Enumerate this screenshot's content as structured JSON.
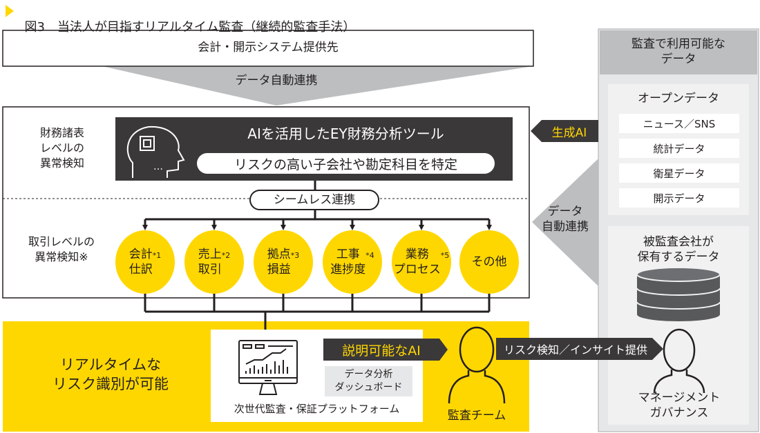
{
  "title": {
    "figure_no": "図3",
    "text": "当法人が目指すリアルタイム監査（継続的監査手法）"
  },
  "top_box": {
    "label": "会計・開示システム提供先"
  },
  "top_flow": {
    "label": "データ自動連携"
  },
  "main": {
    "fs_level_label": "財務諸表\nレベルの\n異常検知",
    "txn_level_label": "取引レベルの\n異常検知※",
    "tool_title": "AIを活用したEY財務分析ツール",
    "tool_subtitle": "リスクの高い子会社や勘定科目を特定",
    "seamless": "シームレス連携",
    "circles": [
      {
        "label": "会計\n仕訳",
        "note": "*1"
      },
      {
        "label": "売上\n取引",
        "note": "*2"
      },
      {
        "label": "拠点\n損益",
        "note": "*3"
      },
      {
        "label": "工事\n進捗度",
        "note": "*4"
      },
      {
        "label": "業務\nプロセス",
        "note": "*5"
      },
      {
        "label": "その他",
        "note": ""
      }
    ]
  },
  "bottom": {
    "realtime_label": "リアルタイムな\nリスク識別が可能",
    "platform_label": "次世代監査・保証プラットフォーム",
    "xai_label": "説明可能なAI",
    "dashboard_label": "データ分析\nダッシュボード",
    "audit_team_label": "監査チーム",
    "insight_label": "リスク検知／インサイト提供",
    "management_label": "マネージメント\nガバナンス"
  },
  "side_arrows": {
    "genai": "生成AI",
    "auto_link": "データ\n自動連携"
  },
  "right_panel": {
    "header": "監査で利用可能な\nデータ",
    "open_data_title": "オープンデータ",
    "open_data_items": [
      "ニュース／SNS",
      "統計データ",
      "衛星データ",
      "開示データ"
    ],
    "company_data_title": "被監査会社が\n保有するデータ"
  },
  "colors": {
    "yellow": "#ffd700",
    "dark": "#3b3839",
    "gray": "#bcbec0",
    "light_gray": "#e6e7e8"
  }
}
